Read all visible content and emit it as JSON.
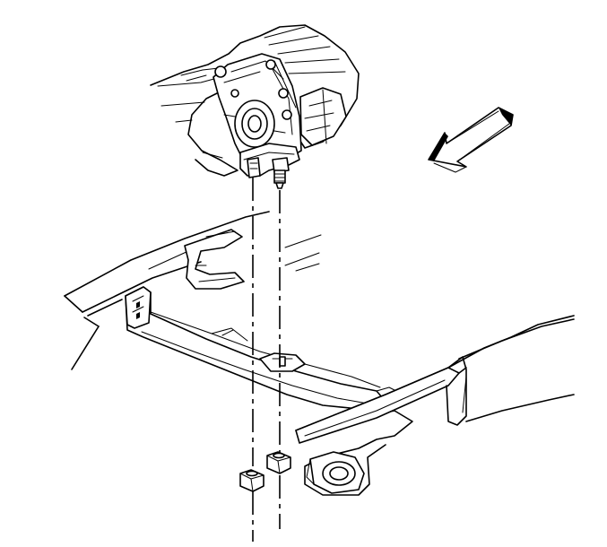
{
  "diagram": {
    "type": "line-art",
    "stroke_color": "#000000",
    "background_color": "#ffffff",
    "parts": [
      "transmission",
      "transmission-mount",
      "mount-stud",
      "transmission-support-crossmember",
      "frame-rail-left",
      "frame-rail-right",
      "nut-left",
      "nut-right",
      "centerline-dashes"
    ],
    "direction_arrow": {
      "icon": "front-direction-arrow-icon",
      "points": "left"
    }
  }
}
